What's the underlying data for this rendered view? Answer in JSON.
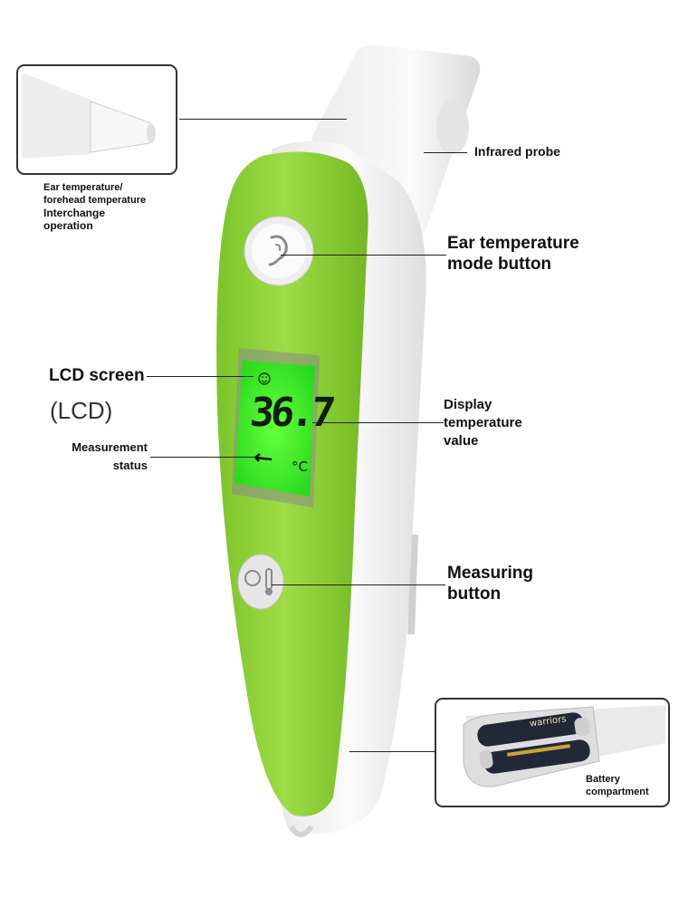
{
  "callouts": {
    "inset_caption_line1": "Ear temperature/",
    "inset_caption_line2": "forehead temperature",
    "inset_caption_line3": "Interchange",
    "inset_caption_line4": "operation",
    "infrared_probe": "Infrared probe",
    "ear_mode_line1": "Ear temperature",
    "ear_mode_line2": "mode button",
    "lcd_screen": "LCD screen",
    "lcd_abbr": "(LCD)",
    "display_line1": "Display",
    "display_line2": "temperature",
    "display_line3": "value",
    "measurement_line1": "Measurement",
    "measurement_line2": "status",
    "measuring_line1": "Measuring",
    "measuring_line2": "button",
    "battery_line1": "Battery",
    "battery_line2": "compartment"
  },
  "lcd": {
    "reading": "36.7",
    "unit": "°C"
  },
  "battery_brand": "warriors",
  "colors": {
    "body_green": "#8fd132",
    "body_green_dark": "#6fb01f",
    "shell_white": "#f4f4f4",
    "lcd_glow": "#3df01e"
  }
}
